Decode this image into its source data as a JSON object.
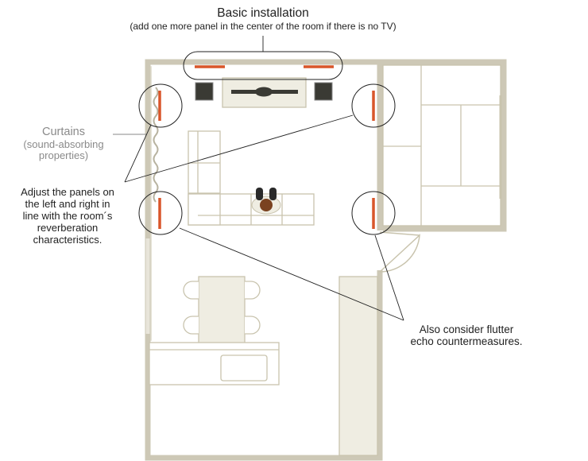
{
  "labels": {
    "basic_title": "Basic installation",
    "basic_note": "(add one more panel in the center of the room if there is no TV)",
    "curtains_title": "Curtains",
    "curtains_note_1": "(sound-absorbing",
    "curtains_note_2": "properties)",
    "adjust_1": "Adjust the panels on",
    "adjust_2": "the left and right in",
    "adjust_3": "line with the room´s",
    "adjust_4": "reverberation",
    "adjust_5": "characteristics.",
    "flutter_1": "Also consider flutter",
    "flutter_2": "echo countermeasures."
  },
  "colors": {
    "wall": "#cdc8b6",
    "furniture_fill": "#efede2",
    "furniture_line": "#c9c4ae",
    "panel": "#d9562a",
    "speaker": "#3a3a34",
    "person_hair": "#2a2a2a",
    "person_body": "#7a4220",
    "leader_line": "#222222"
  }
}
